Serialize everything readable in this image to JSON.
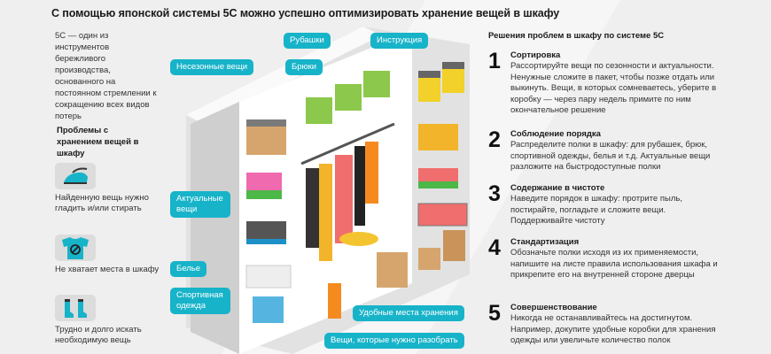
{
  "title": "С помощью японской системы 5С можно успешно оптимизировать хранение вещей в шкафу",
  "intro": "5С — один из инструментов бережливого производства, основанного на постоянном стремлении к сокращению всех видов потерь",
  "problems": {
    "title": "Проблемы с хранением вещей в шкафу",
    "items": [
      {
        "icon": "iron-icon",
        "text": "Найденную вещь нужно гладить и/или стирать"
      },
      {
        "icon": "tshirt-forbidden-icon",
        "text": "Не хватает места в шкафу"
      },
      {
        "icon": "socks-icon",
        "text": "Трудно и долго искать необходимую вещь"
      }
    ]
  },
  "solutions": {
    "title": "Решения проблем в шкафу по системе 5С",
    "steps": [
      {
        "num": "1",
        "head": "Сортировка",
        "text": "Рассортируйте вещи по сезонности и актуальности. Ненужные сложите в пакет, чтобы позже отдать или выкинуть. Вещи, в которых сомневаетесь, уберите в коробку — через пару недель примите по ним окончательное решение"
      },
      {
        "num": "2",
        "head": "Соблюдение порядка",
        "text": "Распределите полки в шкафу: для рубашек, брюк, спортивной одежды, белья и т.д. Актуальные вещи разложите на быстродоступные полки"
      },
      {
        "num": "3",
        "head": "Содержание в чистоте",
        "text": "Наведите порядок в шкафу: протрите пыль, постирайте, погладьте и сложите вещи. Поддерживайте чистоту"
      },
      {
        "num": "4",
        "head": "Стандартизация",
        "text": "Обозначьте полки исходя из их применяемости, напишите на листе правила использования шкафа и прикрепите его на внутренней стороне дверцы"
      },
      {
        "num": "5",
        "head": "Совершенствование",
        "text": "Никогда не останавливайтесь на достигнутом. Например, докупите удобные коробки для хранения одежды или увеличьте количество полок"
      }
    ]
  },
  "tags": {
    "shirts": "Рубашки",
    "instruction": "Инструкция",
    "offseason": "Несезонные вещи",
    "trousers": "Брюки",
    "actual": "Актуальные вещи",
    "underwear": "Белье",
    "sport": "Спортивная одежда",
    "storage": "Удобные места хранения",
    "sort": "Вещи, которые нужно разобрать"
  },
  "colors": {
    "accent": "#17b3c9",
    "background": "#efefef"
  }
}
